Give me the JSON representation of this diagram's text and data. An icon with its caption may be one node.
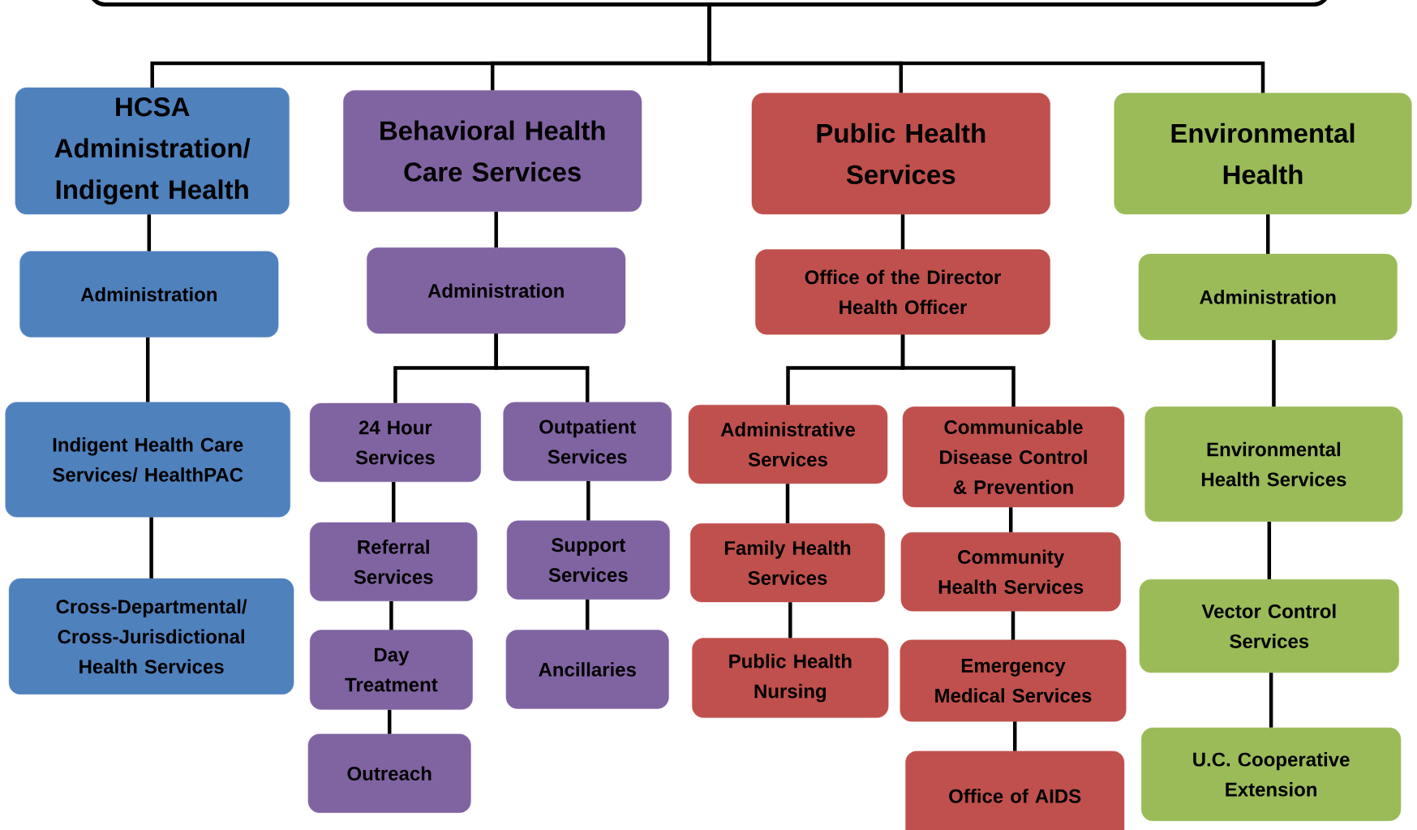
{
  "diagram": {
    "nodes": [
      {
        "text": [],
        "shape": "box"
      },
      {
        "text": [
          "HCSA Administration/ Indigent Health"
        ]
      },
      {
        "text": [
          "Administration"
        ]
      },
      {
        "text": [
          "Indigent Health Care Services/ HealthPAC"
        ]
      },
      {
        "text": [
          "Cross-Departmental/ Cross-Jurisdictional Health Services"
        ]
      },
      {
        "text": [
          "Behavioral Health Care Services"
        ]
      },
      {
        "text": [
          "Administration"
        ]
      },
      {
        "text": [
          "24 Hour Services"
        ]
      },
      {
        "text": [
          "Outpatient Services"
        ]
      },
      {
        "text": [
          "Referral Services"
        ]
      },
      {
        "text": [
          "Support Services"
        ]
      },
      {
        "text": [
          "Day Treatment"
        ]
      },
      {
        "text": [
          "Ancillaries"
        ]
      },
      {
        "text": [
          "Outreach"
        ]
      },
      {
        "text": [
          "Public Health Services"
        ]
      },
      {
        "text": [
          "Office of the Director Health Officer"
        ]
      },
      {
        "text": [
          "Administrative Services"
        ]
      },
      {
        "text": [
          "Communicable Disease Control & Prevention"
        ]
      },
      {
        "text": [
          "Family Health Services"
        ]
      },
      {
        "text": [
          "Community Health Services"
        ]
      },
      {
        "text": [
          "Public Health Nursing"
        ]
      },
      {
        "text": [
          "Emergency Medical Services"
        ]
      },
      {
        "text": [
          "Office of AIDS"
        ]
      },
      {
        "text": [
          "Environmental Health"
        ]
      },
      {
        "text": [
          "Administration"
        ]
      },
      {
        "text": [
          "Environmental Health Services"
        ]
      },
      {
        "text": [
          "Vector Control Services"
        ]
      },
      {
        "text": [
          "U.C. Cooperative Extension"
        ]
      }
    ],
    "edges": [
      {
        "from": 0,
        "to": 1,
        "arrow": "none"
      },
      {
        "from": 0,
        "to": 5,
        "arrow": "none"
      },
      {
        "from": 0,
        "to": 14,
        "arrow": "none"
      },
      {
        "from": 0,
        "to": 23,
        "arrow": "none"
      },
      {
        "from": 1,
        "to": 2,
        "arrow": "none"
      },
      {
        "from": 2,
        "to": 3,
        "arrow": "none"
      },
      {
        "from": 3,
        "to": 4,
        "arrow": "none"
      },
      {
        "from": 5,
        "to": 6,
        "arrow": "none"
      },
      {
        "from": 6,
        "to": 7,
        "arrow": "none"
      },
      {
        "from": 6,
        "to": 8,
        "arrow": "none"
      },
      {
        "from": 7,
        "to": 9,
        "arrow": "none"
      },
      {
        "from": 9,
        "to": 11,
        "arrow": "none"
      },
      {
        "from": 11,
        "to": 13,
        "arrow": "none"
      },
      {
        "from": 8,
        "to": 10,
        "arrow": "none"
      },
      {
        "from": 10,
        "to": 12,
        "arrow": "none"
      },
      {
        "from": 14,
        "to": 15,
        "arrow": "none"
      },
      {
        "from": 15,
        "to": 16,
        "arrow": "none"
      },
      {
        "from": 15,
        "to": 17,
        "arrow": "none"
      },
      {
        "from": 16,
        "to": 18,
        "arrow": "none"
      },
      {
        "from": 18,
        "to": 20,
        "arrow": "none"
      },
      {
        "from": 17,
        "to": 19,
        "arrow": "none"
      },
      {
        "from": 19,
        "to": 21,
        "arrow": "none"
      },
      {
        "from": 21,
        "to": 22,
        "arrow": "none"
      },
      {
        "from": 23,
        "to": 24,
        "arrow": "none"
      },
      {
        "from": 24,
        "to": 25,
        "arrow": "none"
      },
      {
        "from": 25,
        "to": 26,
        "arrow": "none"
      },
      {
        "from": 26,
        "to": 27,
        "arrow": "none"
      }
    ]
  }
}
